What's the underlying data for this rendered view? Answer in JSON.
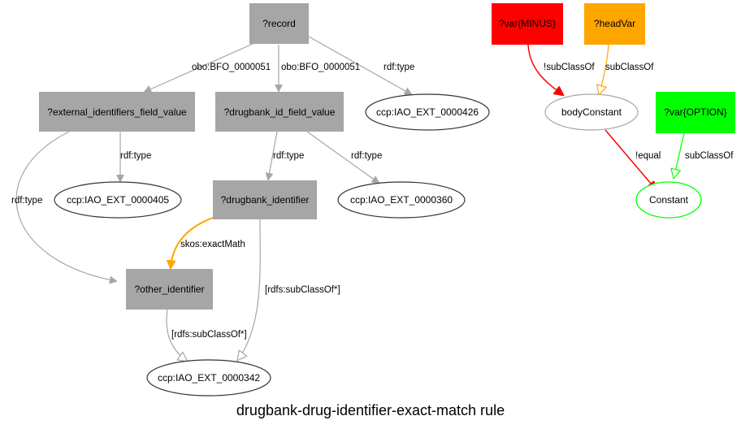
{
  "title": "drugbank-drug-identifier-exact-match rule",
  "colors": {
    "gray_node": "#a6a6a6",
    "gray_edge": "#a6a6a6",
    "orange": "#ffa500",
    "red": "#ff0000",
    "green": "#00ff00",
    "dark_stroke": "#333333"
  },
  "nodes": {
    "record": "?record",
    "external_identifiers_field_value": "?external_identifiers_field_value",
    "drugbank_id_field_value": "?drugbank_id_field_value",
    "iao_426": "ccp:IAO_EXT_0000426",
    "iao_405": "ccp:IAO_EXT_0000405",
    "drugbank_identifier": "?drugbank_identifier",
    "iao_360": "ccp:IAO_EXT_0000360",
    "other_identifier": "?other_identifier",
    "iao_342": "ccp:IAO_EXT_0000342",
    "var_minus": "?var{MINUS}",
    "headvar": "?headVar",
    "body_constant": "bodyConstant",
    "var_option": "?var{OPTION}",
    "constant": "Constant"
  },
  "edges": {
    "record_to_ext": "obo:BFO_0000051",
    "record_to_db": "obo:BFO_0000051",
    "record_to_426": "rdf:type",
    "ext_to_405": "rdf:type",
    "ext_to_other": "rdf:type",
    "db_to_identifier": "rdf:type",
    "db_to_360": "rdf:type",
    "identifier_to_other": "skos:exactMath",
    "identifier_to_342": "[rdfs:subClassOf*]",
    "other_to_342": "[rdfs:subClassOf*]",
    "minus_to_body": "!subClassOf",
    "headvar_to_body": "subClassOf",
    "body_to_constant": "!equal",
    "option_to_constant": "subClassOf"
  }
}
